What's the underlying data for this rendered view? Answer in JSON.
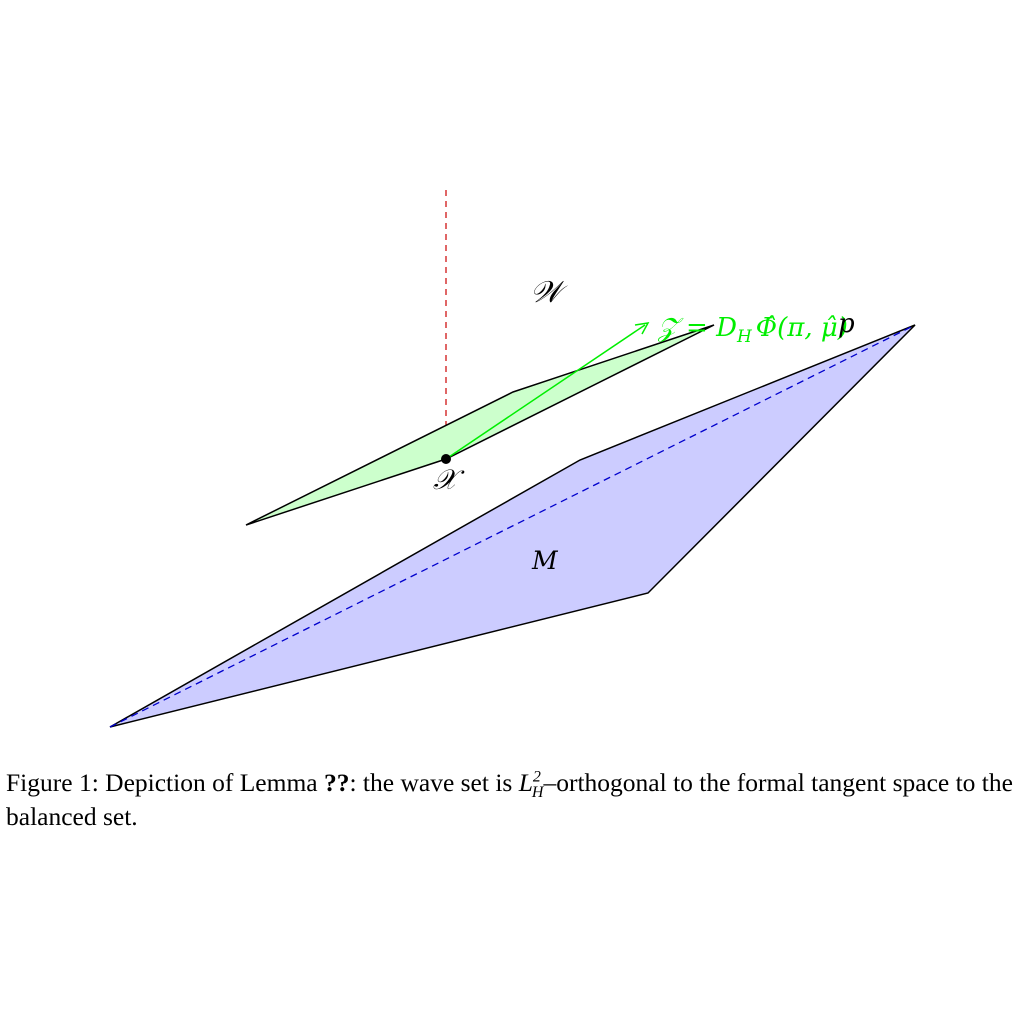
{
  "diagram": {
    "labels": {
      "wave_set": "𝒲",
      "point_x": "𝒳",
      "vector_z": "𝒵 = D",
      "vector_z_sub": "H",
      "vector_z_rest": "Φ̂(π, μ̂)",
      "point_p": "p",
      "balanced_set": "M"
    },
    "colors": {
      "balanced_fill": "#ccccff",
      "balanced_dash": "#0000cc",
      "wave_fill": "#ccffcc",
      "vector": "#00ee00",
      "normal_dash": "#cc0000",
      "outline": "#000000"
    }
  },
  "caption": {
    "prefix": "Figure 1: Depiction of Lemma ",
    "ref": "??",
    "middle": ": the wave set is ",
    "sym": "L",
    "sup": "2",
    "sub": "H",
    "suffix": "–orthogonal to the formal tangent space to the balanced set."
  }
}
